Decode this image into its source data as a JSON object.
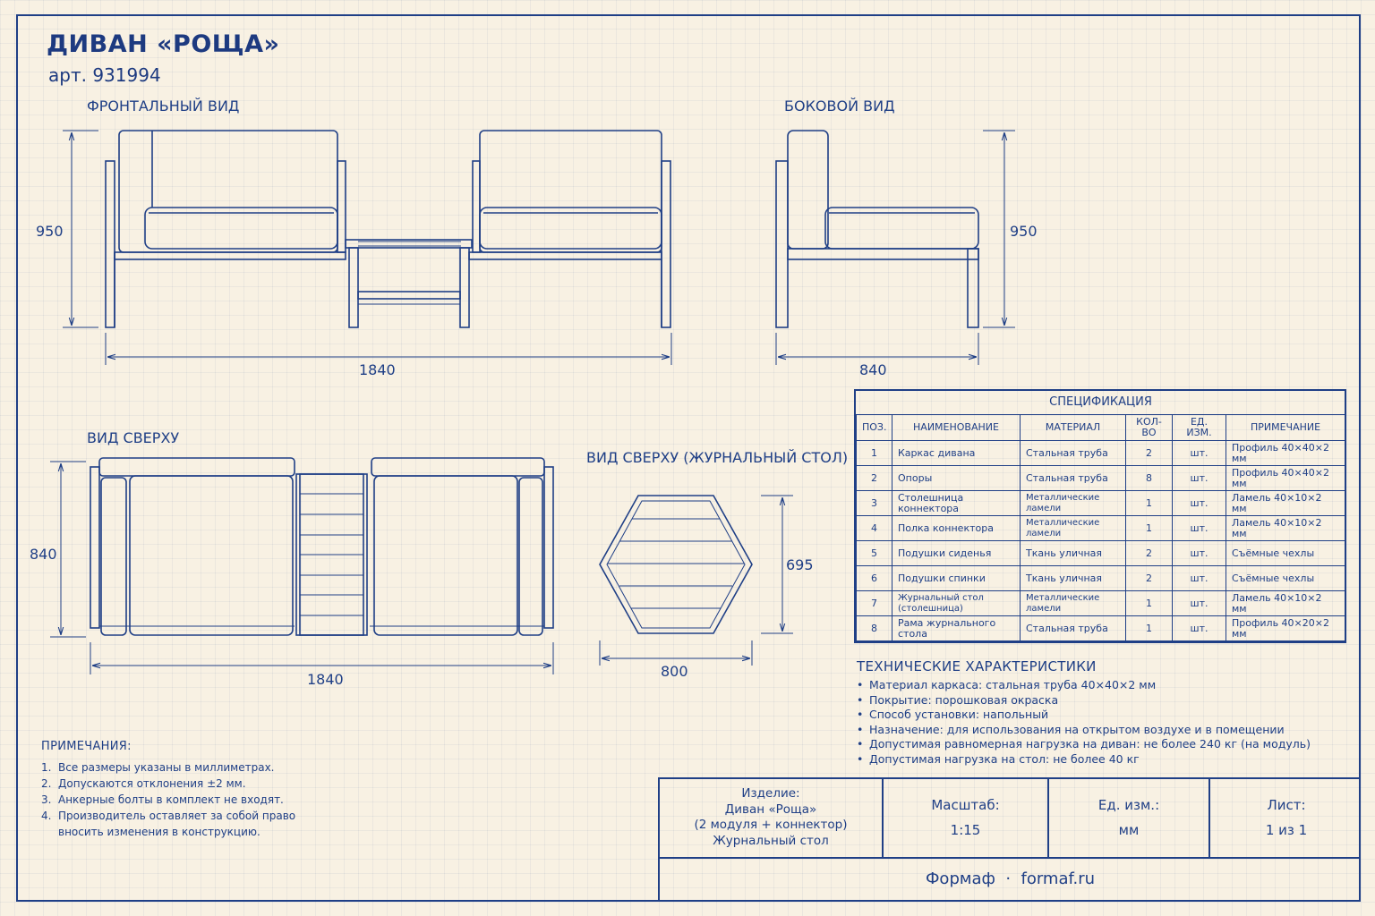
{
  "title": "ДИВАН «РОЩА»",
  "article": "арт. 931994",
  "views": {
    "front": "ФРОНТАЛЬНЫЙ ВИД",
    "side": "БОКОВОЙ ВИД",
    "top": "ВИД СВЕРХУ",
    "table_top": "ВИД СВЕРХУ (ЖУРНАЛЬНЫЙ СТОЛ)"
  },
  "dimensions": {
    "front_height": "950",
    "front_width": "1840",
    "side_height": "950",
    "side_depth": "840",
    "top_depth": "840",
    "top_width": "1840",
    "table_depth": "695",
    "table_width": "800"
  },
  "spec": {
    "caption": "СПЕЦИФИКАЦИЯ",
    "headers": [
      "ПОЗ.",
      "НАИМЕНОВАНИЕ",
      "МАТЕРИАЛ",
      "КОЛ-ВО",
      "ЕД. ИЗМ.",
      "ПРИМЕЧАНИЕ"
    ],
    "rows": [
      [
        "1",
        "Каркас дивана",
        "Стальная труба",
        "2",
        "шт.",
        "Профиль 40×40×2 мм"
      ],
      [
        "2",
        "Опоры",
        "Стальная труба",
        "8",
        "шт.",
        "Профиль 40×40×2 мм"
      ],
      [
        "3",
        "Столешница коннектора",
        "Металлические ламели",
        "1",
        "шт.",
        "Ламель 40×10×2 мм"
      ],
      [
        "4",
        "Полка коннектора",
        "Металлические ламели",
        "1",
        "шт.",
        "Ламель 40×10×2 мм"
      ],
      [
        "5",
        "Подушки сиденья",
        "Ткань уличная",
        "2",
        "шт.",
        "Съёмные чехлы"
      ],
      [
        "6",
        "Подушки спинки",
        "Ткань уличная",
        "2",
        "шт.",
        "Съёмные чехлы"
      ],
      [
        "7",
        "Журнальный стол (столешница)",
        "Металлические ламели",
        "1",
        "шт.",
        "Ламель 40×10×2 мм"
      ],
      [
        "8",
        "Рама журнального стола",
        "Стальная труба",
        "1",
        "шт.",
        "Профиль 40×20×2 мм"
      ]
    ]
  },
  "tech": {
    "title": "ТЕХНИЧЕСКИЕ ХАРАКТЕРИСТИКИ",
    "items": [
      "Материал каркаса: стальная труба 40×40×2 мм",
      "Покрытие: порошковая окраска",
      "Способ установки: напольный",
      "Назначение: для использования на открытом воздухе и в помещении",
      "Допустимая равномерная нагрузка на диван: не более 240 кг (на модуль)",
      "Допустимая нагрузка на стол: не более 40 кг"
    ]
  },
  "notes": {
    "title": "ПРИМЕЧАНИЯ:",
    "items": [
      {
        "num": "1.",
        "text": "Все размеры указаны в миллиметрах."
      },
      {
        "num": "2.",
        "text": "Допускаются отклонения ±2 мм."
      },
      {
        "num": "3.",
        "text": "Анкерные болты в комплект не входят."
      },
      {
        "num": "4.",
        "text": "Производитель оставляет за собой право вносить изменения в конструкцию."
      }
    ]
  },
  "stamp": {
    "product_label": "Изделие:",
    "product_lines": [
      "Диван «Роща»",
      "(2 модуля + коннектор)",
      "Журнальный стол"
    ],
    "scale_label": "Масштаб:",
    "scale_value": "1:15",
    "unit_label": "Ед. изм.:",
    "unit_value": "мм",
    "sheet_label": "Лист:",
    "sheet_value": "1 из 1",
    "footer": "Формаф  ·  formaf.ru"
  },
  "colors": {
    "ink": "#1f3f86",
    "paper": "#f8f1e3"
  }
}
